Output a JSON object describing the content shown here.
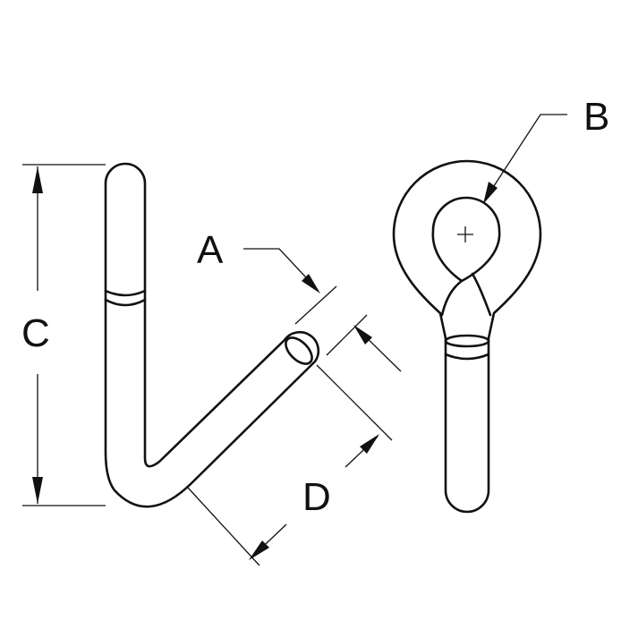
{
  "labels": {
    "a": "A",
    "b": "B",
    "c": "C",
    "d": "D"
  },
  "colors": {
    "line": "#111111",
    "background": "#ffffff"
  }
}
